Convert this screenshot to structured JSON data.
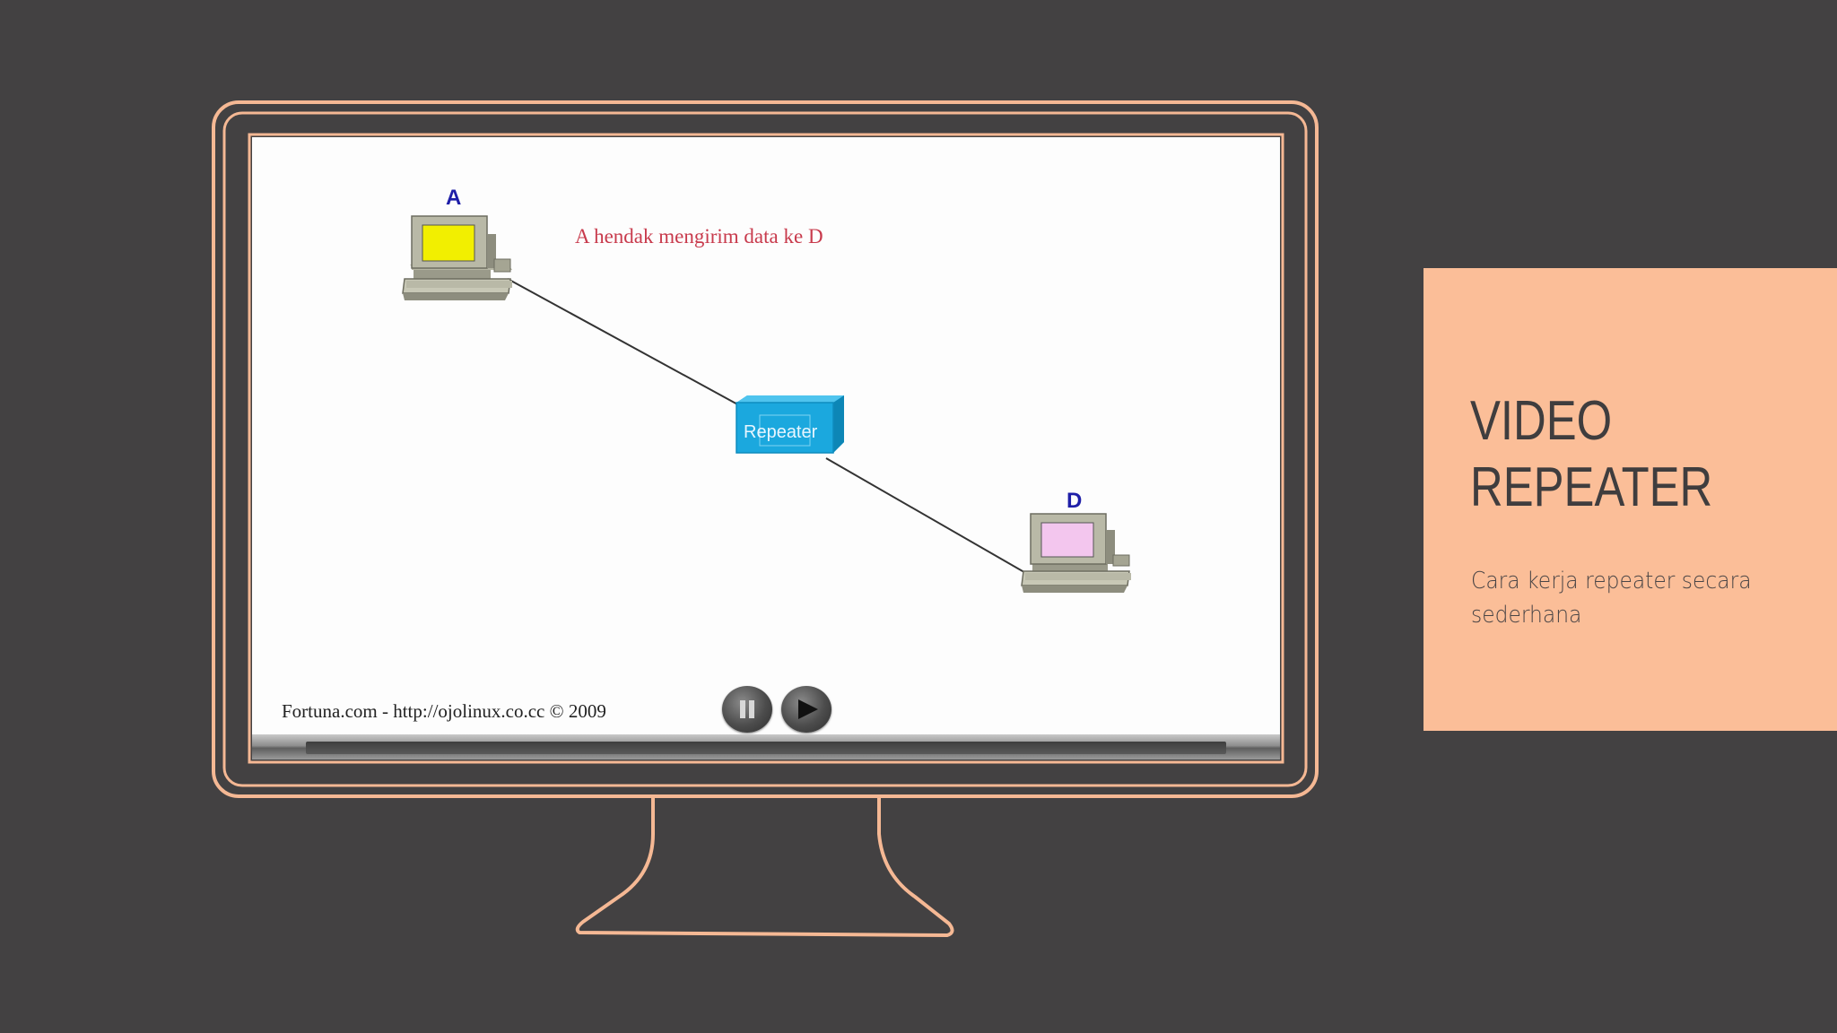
{
  "slide": {
    "background_color": "#434142",
    "accent_color": "#fbbe98"
  },
  "video": {
    "node_a_label": "A",
    "node_d_label": "D",
    "caption": "A hendak mengirim data ke D",
    "device_label": "Repeater",
    "credit": "Fortuna.com - http://ojolinux.co.cc © 2009",
    "controls": {
      "pause_icon": "pause-icon",
      "play_icon": "play-icon"
    },
    "caption_color": "#c83a4c",
    "node_label_color": "#1f1fa8",
    "repeater_color": "#1ba8de",
    "screen_a_color": "#f2ef00",
    "screen_d_color": "#f3c6ee"
  },
  "panel": {
    "title_line1": "VIDEO",
    "title_line2": "REPEATER",
    "subtitle": "Cara kerja repeater secara sederhana"
  }
}
